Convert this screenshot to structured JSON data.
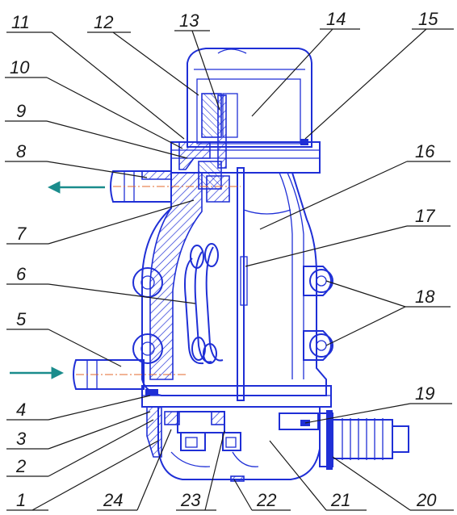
{
  "diagram": {
    "callouts": [
      "1",
      "2",
      "3",
      "4",
      "5",
      "6",
      "7",
      "8",
      "9",
      "10",
      "11",
      "12",
      "13",
      "14",
      "15",
      "16",
      "17",
      "18",
      "19",
      "20",
      "21",
      "22",
      "23",
      "24"
    ],
    "colors": {
      "outline": "#1f2fd6",
      "labels": "#1a1a1a",
      "arrows": "#1a8c8c",
      "axis": "#e36a2c"
    },
    "flow_arrows": [
      {
        "direction": "outlet-left",
        "icon": "arrow-left-icon"
      },
      {
        "direction": "inlet-right",
        "icon": "arrow-right-icon"
      }
    ]
  }
}
